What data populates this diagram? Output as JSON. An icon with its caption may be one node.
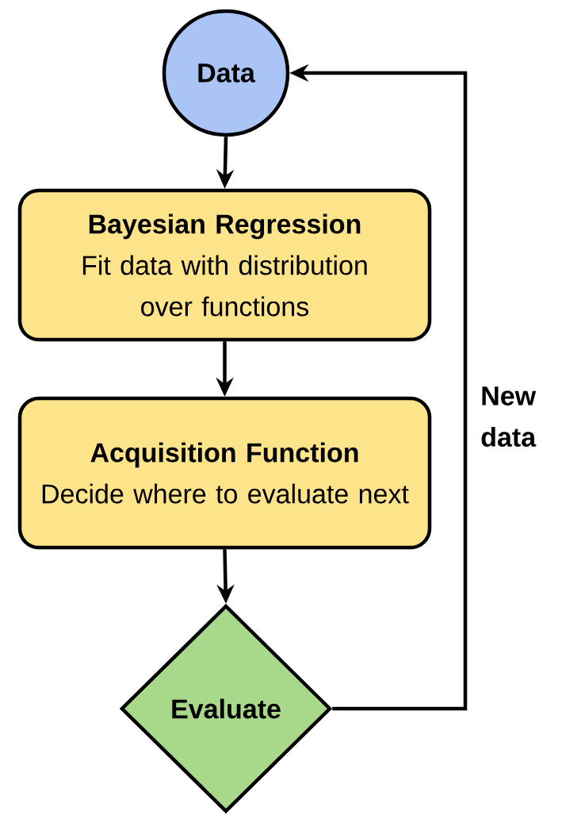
{
  "diagram": {
    "nodes": [
      {
        "text": [
          "Data"
        ]
      },
      {
        "text": [
          "Bayesian Regression",
          "Fit data with distribution over functions"
        ]
      },
      {
        "text": [
          "Acquisition Function",
          "Decide where to evaluate next"
        ]
      },
      {
        "text": [
          "Evaluate"
        ]
      }
    ],
    "edges": [
      {
        "from": 0,
        "to": 1,
        "arrow": "to"
      },
      {
        "from": 1,
        "to": 2,
        "arrow": "to"
      },
      {
        "from": 2,
        "to": 3,
        "arrow": "to"
      },
      {
        "from": 3,
        "to": 0,
        "arrow": "to",
        "label": "New data"
      }
    ]
  }
}
